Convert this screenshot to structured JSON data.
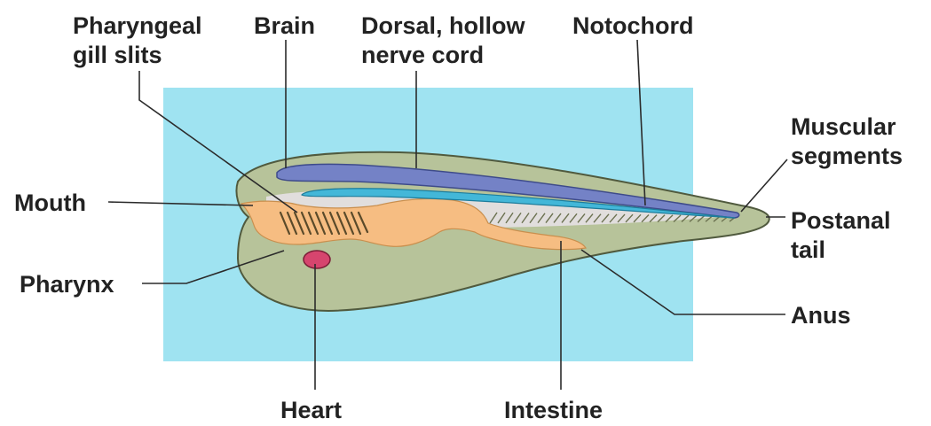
{
  "diagram": {
    "labels": {
      "pharyngeal_gill_slits": [
        "Pharyngeal",
        "gill slits"
      ],
      "brain": "Brain",
      "dorsal_nerve_cord": [
        "Dorsal, hollow",
        "nerve cord"
      ],
      "notochord": "Notochord",
      "muscular_segments": [
        "Muscular",
        "segments"
      ],
      "mouth": "Mouth",
      "postanal_tail": [
        "Postanal",
        "tail"
      ],
      "pharynx": "Pharynx",
      "anus": "Anus",
      "heart": "Heart",
      "intestine": "Intestine"
    },
    "colors": {
      "background": "#9fe3f1",
      "body": "#b7c39a",
      "body_outline": "#505a3e",
      "nerve_cord": "#7482c6",
      "notochord": "#43b7d8",
      "gut": "#f6bd82",
      "heart": "#d6456e",
      "muscle": "#6b7150"
    }
  }
}
